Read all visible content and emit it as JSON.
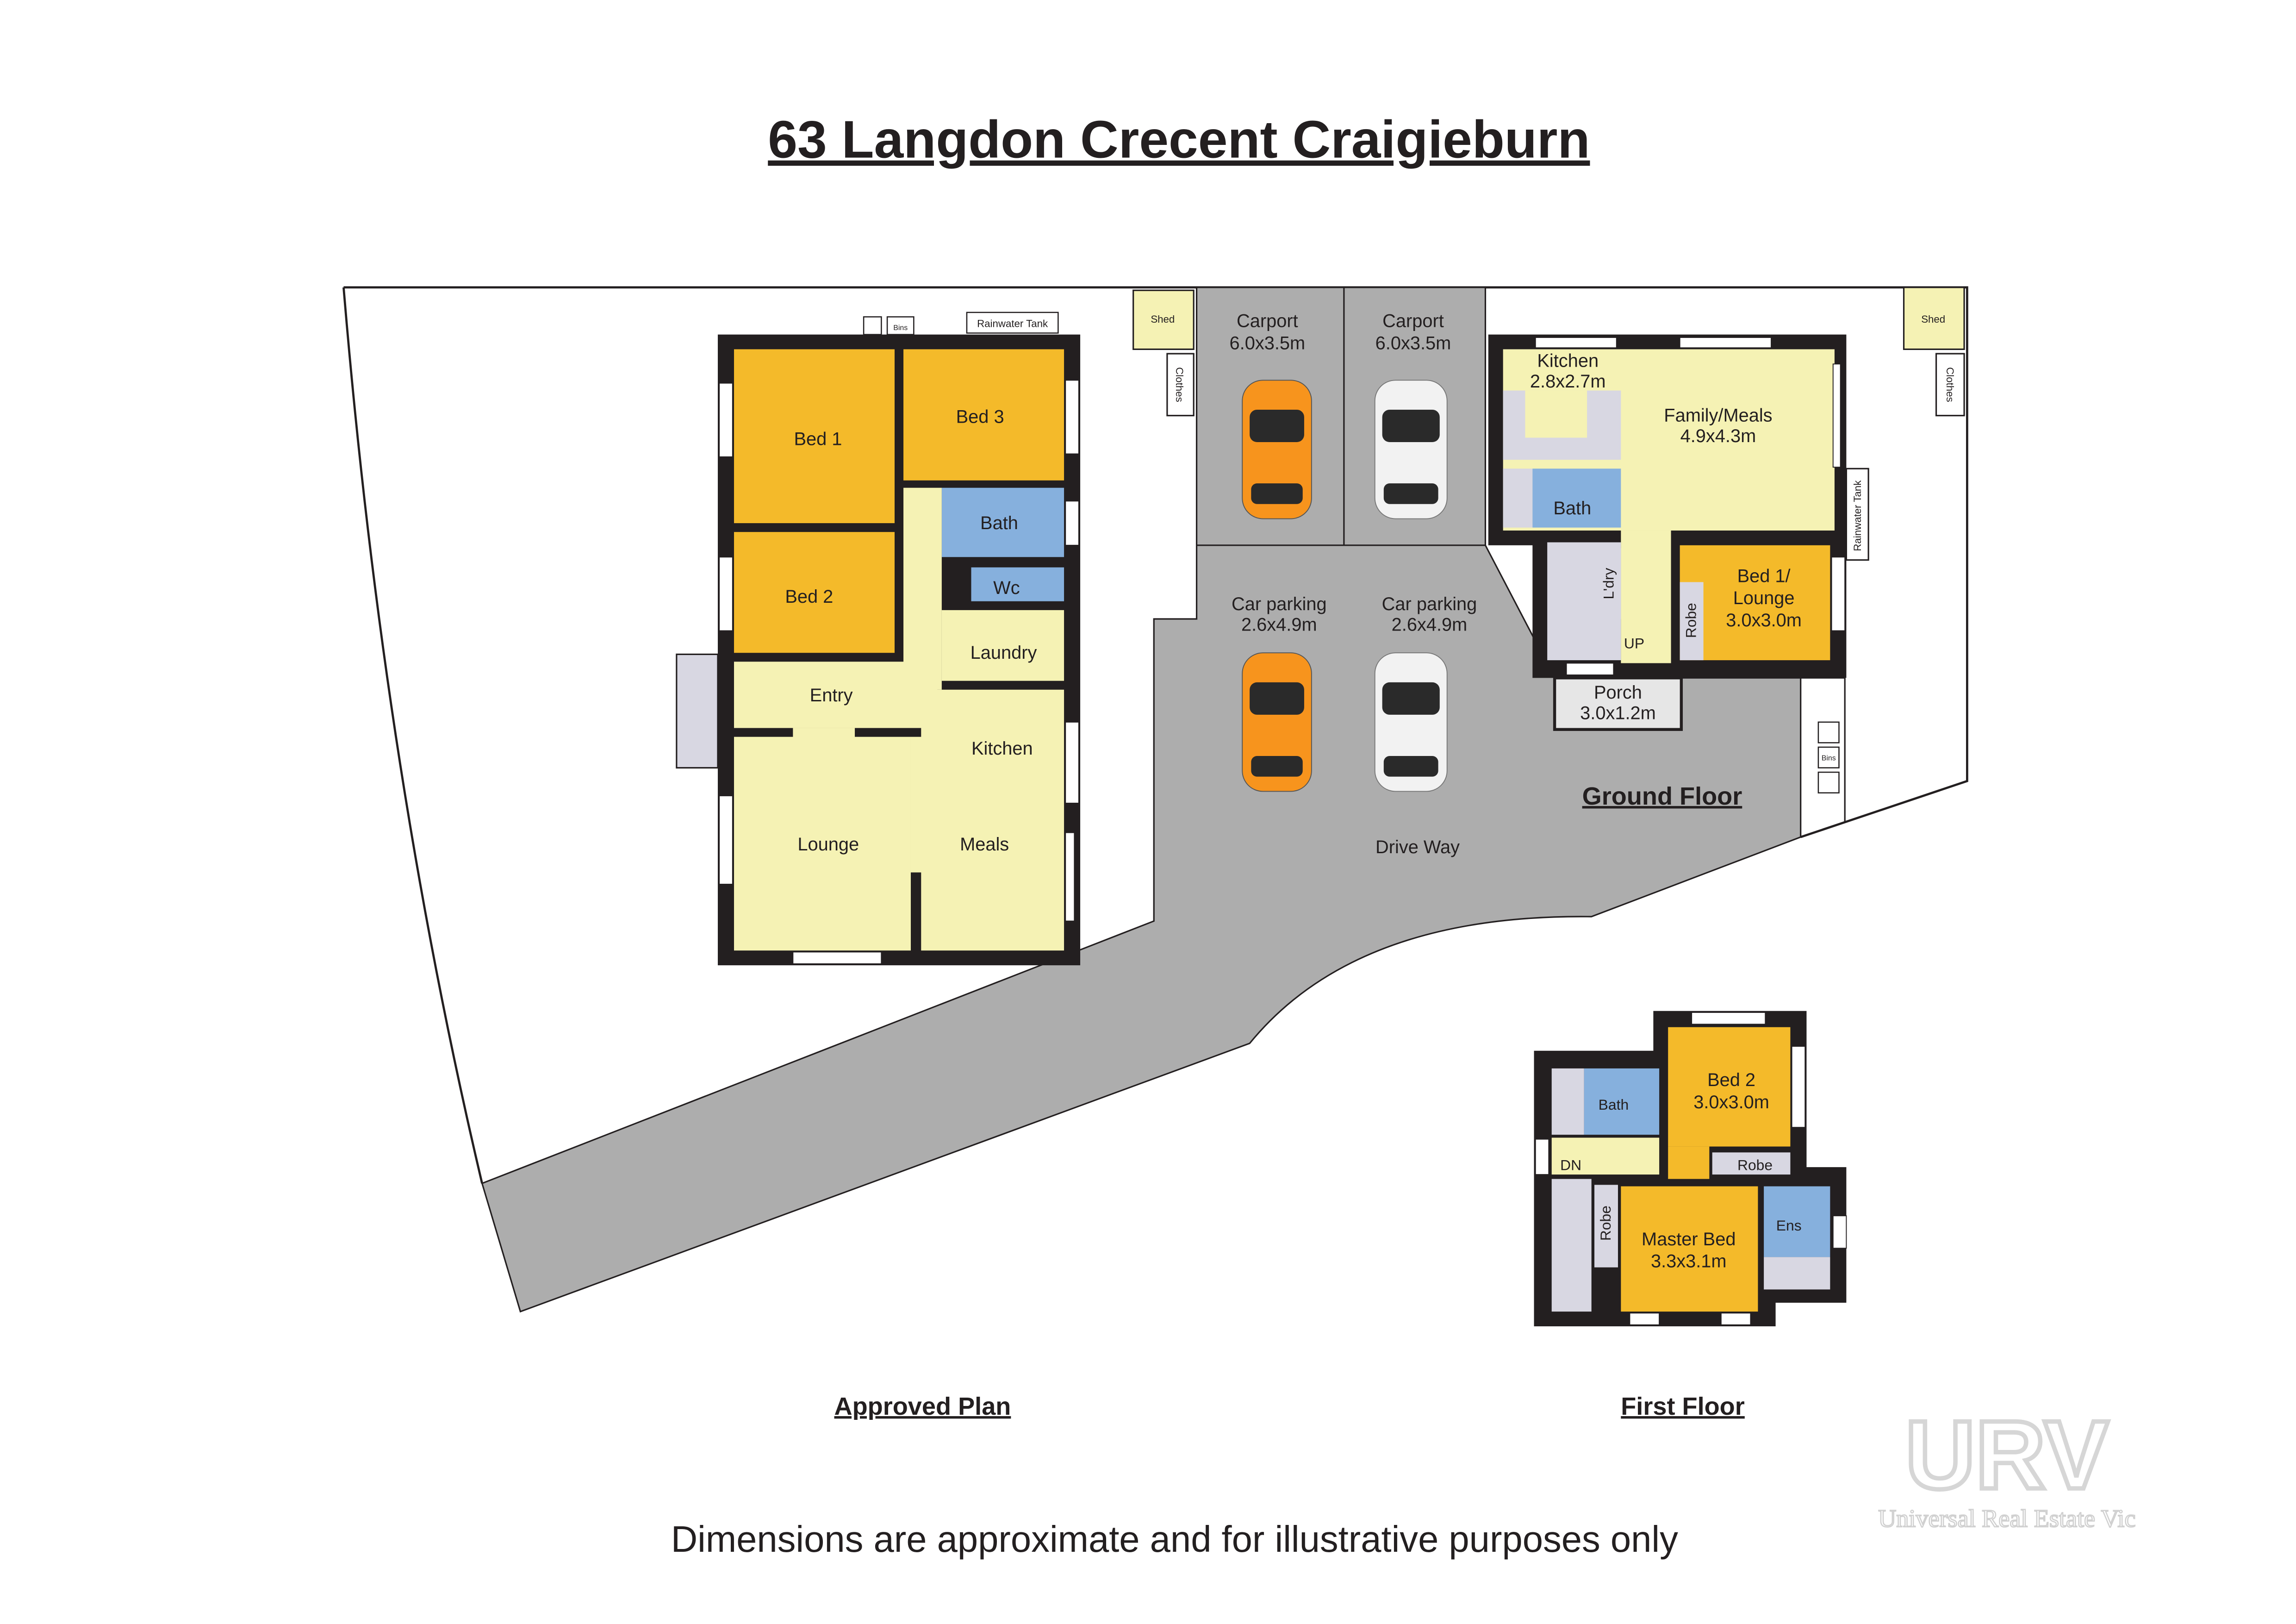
{
  "title": "63 Langdon Crecent Craigieburn",
  "colors": {
    "bedroom": "#f4ba2a",
    "living": "#f5f2b4",
    "wet": "#86b0dd",
    "storage": "#d8d7e2",
    "driveway": "#adadad",
    "wall": "#231f20",
    "car_orange": "#f7941d",
    "car_white": "#f2f2f2"
  },
  "approved_plan": {
    "caption": "Approved Plan",
    "rooms": {
      "bed1": "Bed 1",
      "bed3": "Bed 3",
      "bath": "Bath",
      "bed2": "Bed 2",
      "wc": "Wc",
      "laundry": "Laundry",
      "entry": "Entry",
      "kitchen": "Kitchen",
      "lounge": "Lounge",
      "meals": "Meals"
    },
    "bins": "Bins",
    "rainwater_tank": "Rainwater Tank",
    "shed": "Shed",
    "clothes": "Clothes"
  },
  "site": {
    "carport1": {
      "name": "Carport",
      "size": "6.0x3.5m"
    },
    "carport2": {
      "name": "Carport",
      "size": "6.0x3.5m"
    },
    "parking1": {
      "name": "Car parking",
      "size": "2.6x4.9m"
    },
    "parking2": {
      "name": "Car parking",
      "size": "2.6x4.9m"
    },
    "driveway": "Drive Way"
  },
  "ground_floor": {
    "caption": "Ground Floor",
    "kitchen": {
      "name": "Kitchen",
      "size": "2.8x2.7m"
    },
    "family": {
      "name": "Family/Meals",
      "size": "4.9x4.3m"
    },
    "bath": "Bath",
    "laundry": "L'dry",
    "up": "UP",
    "bed1": {
      "line1": "Bed 1/",
      "line2": "Lounge",
      "size": "3.0x3.0m"
    },
    "robe": "Robe",
    "porch": {
      "name": "Porch",
      "size": "3.0x1.2m"
    },
    "shed": "Shed",
    "clothes": "Clothes",
    "rainwater_tank": "Rainwater Tank",
    "bins": "Bins"
  },
  "first_floor": {
    "caption": "First Floor",
    "bath": "Bath",
    "bed2": {
      "name": "Bed 2",
      "size": "3.0x3.0m"
    },
    "robe1": "Robe",
    "robe2": "Robe",
    "dn": "DN",
    "master": {
      "name": "Master Bed",
      "size": "3.3x3.1m"
    },
    "ens": "Ens"
  },
  "disclaimer": "Dimensions are approximate and for illustrative purposes only",
  "logo": {
    "mark": "URV",
    "text": "Universal Real Estate Vic"
  }
}
